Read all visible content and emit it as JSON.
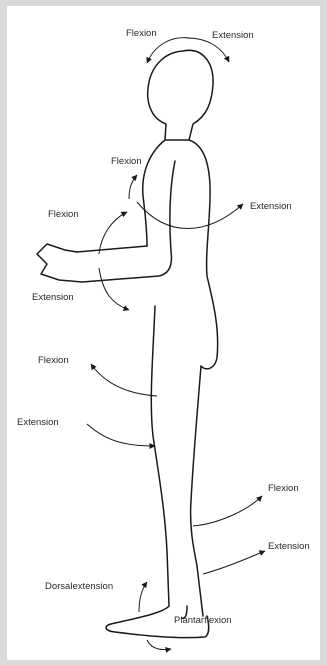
{
  "labels": {
    "neck_flexion": "Flexion",
    "neck_extension": "Extension",
    "shoulder_flexion": "Flexion",
    "shoulder_extension": "Extension",
    "elbow_flexion": "Flexion",
    "elbow_extension": "Extension",
    "hip_flexion": "Flexion",
    "hip_extension": "Extension",
    "knee_flexion": "Flexion",
    "knee_extension": "Extension",
    "ankle_dorsalextension": "Dorsalextension",
    "ankle_plantarflexion": "Plantarflexion"
  },
  "colors": {
    "background": "#d9d9d9",
    "figure_background": "#ffffff",
    "line": "#1a1a1a"
  }
}
